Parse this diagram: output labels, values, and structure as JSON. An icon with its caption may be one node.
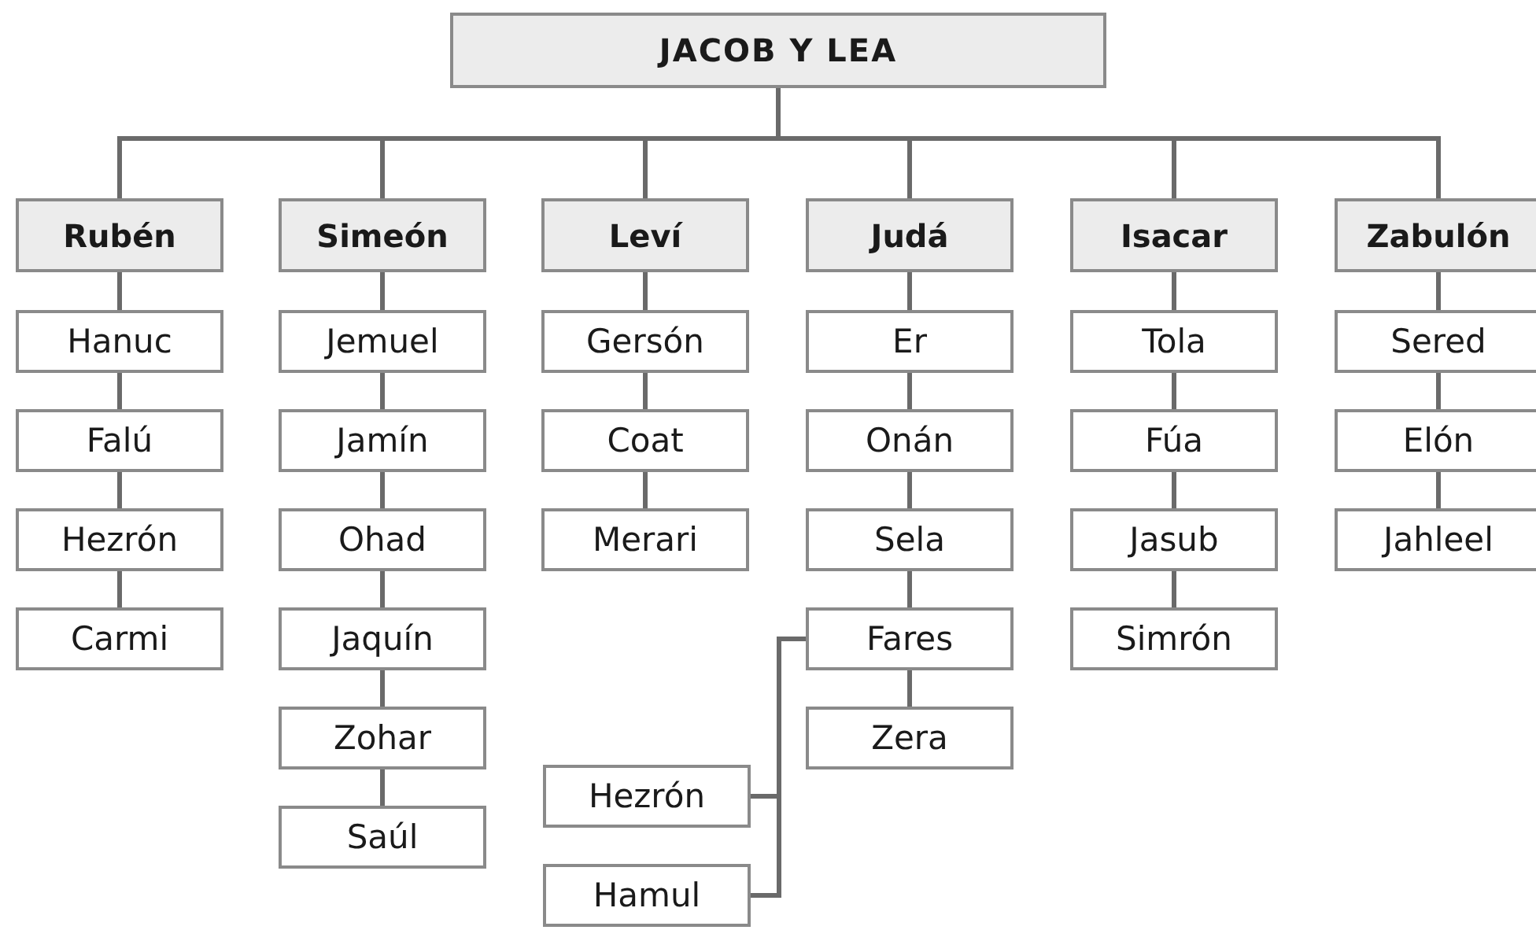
{
  "diagram": {
    "nodes": [
      {
        "text": [
          "JACOB Y LEA"
        ]
      },
      {
        "text": [
          "Rubén"
        ]
      },
      {
        "text": [
          "Hanuc"
        ]
      },
      {
        "text": [
          "Falú"
        ]
      },
      {
        "text": [
          "Hezrón"
        ]
      },
      {
        "text": [
          "Carmi"
        ]
      },
      {
        "text": [
          "Simeón"
        ]
      },
      {
        "text": [
          "Jemuel"
        ]
      },
      {
        "text": [
          "Jamín"
        ]
      },
      {
        "text": [
          "Ohad"
        ]
      },
      {
        "text": [
          "Jaquín"
        ]
      },
      {
        "text": [
          "Zohar"
        ]
      },
      {
        "text": [
          "Saúl"
        ]
      },
      {
        "text": [
          "Leví"
        ]
      },
      {
        "text": [
          "Gersón"
        ]
      },
      {
        "text": [
          "Coat"
        ]
      },
      {
        "text": [
          "Merari"
        ]
      },
      {
        "text": [
          "Judá"
        ]
      },
      {
        "text": [
          "Er"
        ]
      },
      {
        "text": [
          "Onán"
        ]
      },
      {
        "text": [
          "Sela"
        ]
      },
      {
        "text": [
          "Fares"
        ]
      },
      {
        "text": [
          "Zera"
        ]
      },
      {
        "text": [
          "Hezrón"
        ]
      },
      {
        "text": [
          "Hamul"
        ]
      },
      {
        "text": [
          "Isacar"
        ]
      },
      {
        "text": [
          "Tola"
        ]
      },
      {
        "text": [
          "Fúa"
        ]
      },
      {
        "text": [
          "Jasub"
        ]
      },
      {
        "text": [
          "Simrón"
        ]
      },
      {
        "text": [
          "Zabulón"
        ]
      },
      {
        "text": [
          "Sered"
        ]
      },
      {
        "text": [
          "Elón"
        ]
      },
      {
        "text": [
          "Jahleel"
        ]
      }
    ],
    "edges": [
      {
        "from": 0,
        "to": 1,
        "arrow": "none"
      },
      {
        "from": 0,
        "to": 6,
        "arrow": "none"
      },
      {
        "from": 0,
        "to": 13,
        "arrow": "none"
      },
      {
        "from": 0,
        "to": 17,
        "arrow": "none"
      },
      {
        "from": 0,
        "to": 25,
        "arrow": "none"
      },
      {
        "from": 0,
        "to": 30,
        "arrow": "none"
      },
      {
        "from": 1,
        "to": 2,
        "arrow": "none"
      },
      {
        "from": 2,
        "to": 3,
        "arrow": "none"
      },
      {
        "from": 3,
        "to": 4,
        "arrow": "none"
      },
      {
        "from": 4,
        "to": 5,
        "arrow": "none"
      },
      {
        "from": 6,
        "to": 7,
        "arrow": "none"
      },
      {
        "from": 7,
        "to": 8,
        "arrow": "none"
      },
      {
        "from": 8,
        "to": 9,
        "arrow": "none"
      },
      {
        "from": 9,
        "to": 10,
        "arrow": "none"
      },
      {
        "from": 10,
        "to": 11,
        "arrow": "none"
      },
      {
        "from": 11,
        "to": 12,
        "arrow": "none"
      },
      {
        "from": 13,
        "to": 14,
        "arrow": "none"
      },
      {
        "from": 14,
        "to": 15,
        "arrow": "none"
      },
      {
        "from": 15,
        "to": 16,
        "arrow": "none"
      },
      {
        "from": 17,
        "to": 18,
        "arrow": "none"
      },
      {
        "from": 18,
        "to": 19,
        "arrow": "none"
      },
      {
        "from": 19,
        "to": 20,
        "arrow": "none"
      },
      {
        "from": 20,
        "to": 21,
        "arrow": "none"
      },
      {
        "from": 21,
        "to": 22,
        "arrow": "none"
      },
      {
        "from": 21,
        "to": 23,
        "arrow": "none"
      },
      {
        "from": 21,
        "to": 24,
        "arrow": "none"
      },
      {
        "from": 25,
        "to": 26,
        "arrow": "none"
      },
      {
        "from": 26,
        "to": 27,
        "arrow": "none"
      },
      {
        "from": 27,
        "to": 28,
        "arrow": "none"
      },
      {
        "from": 28,
        "to": 29,
        "arrow": "none"
      },
      {
        "from": 30,
        "to": 31,
        "arrow": "none"
      },
      {
        "from": 31,
        "to": 32,
        "arrow": "none"
      },
      {
        "from": 32,
        "to": 33,
        "arrow": "none"
      }
    ]
  }
}
